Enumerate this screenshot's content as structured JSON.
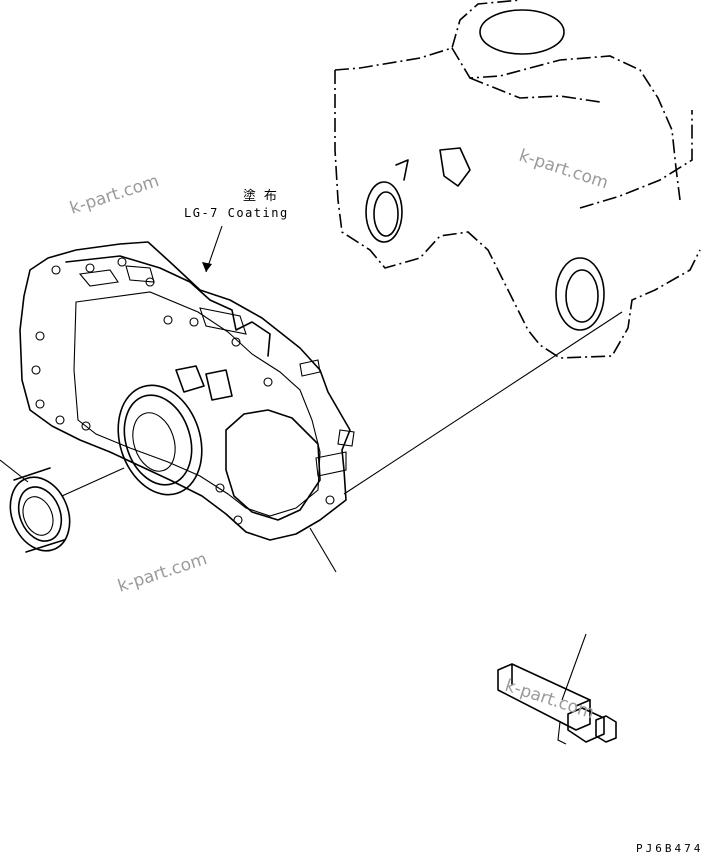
{
  "annotation": {
    "kanji": "塗 布",
    "coating": "LG-7 Coating"
  },
  "watermarks": [
    "k-part.com",
    "k-part.com",
    "k-part.com",
    "k-part.com"
  ],
  "drawing_code": "PJ6B474",
  "colors": {
    "line": "#000000",
    "watermark": "#9a9a9a",
    "background": "#ffffff"
  }
}
